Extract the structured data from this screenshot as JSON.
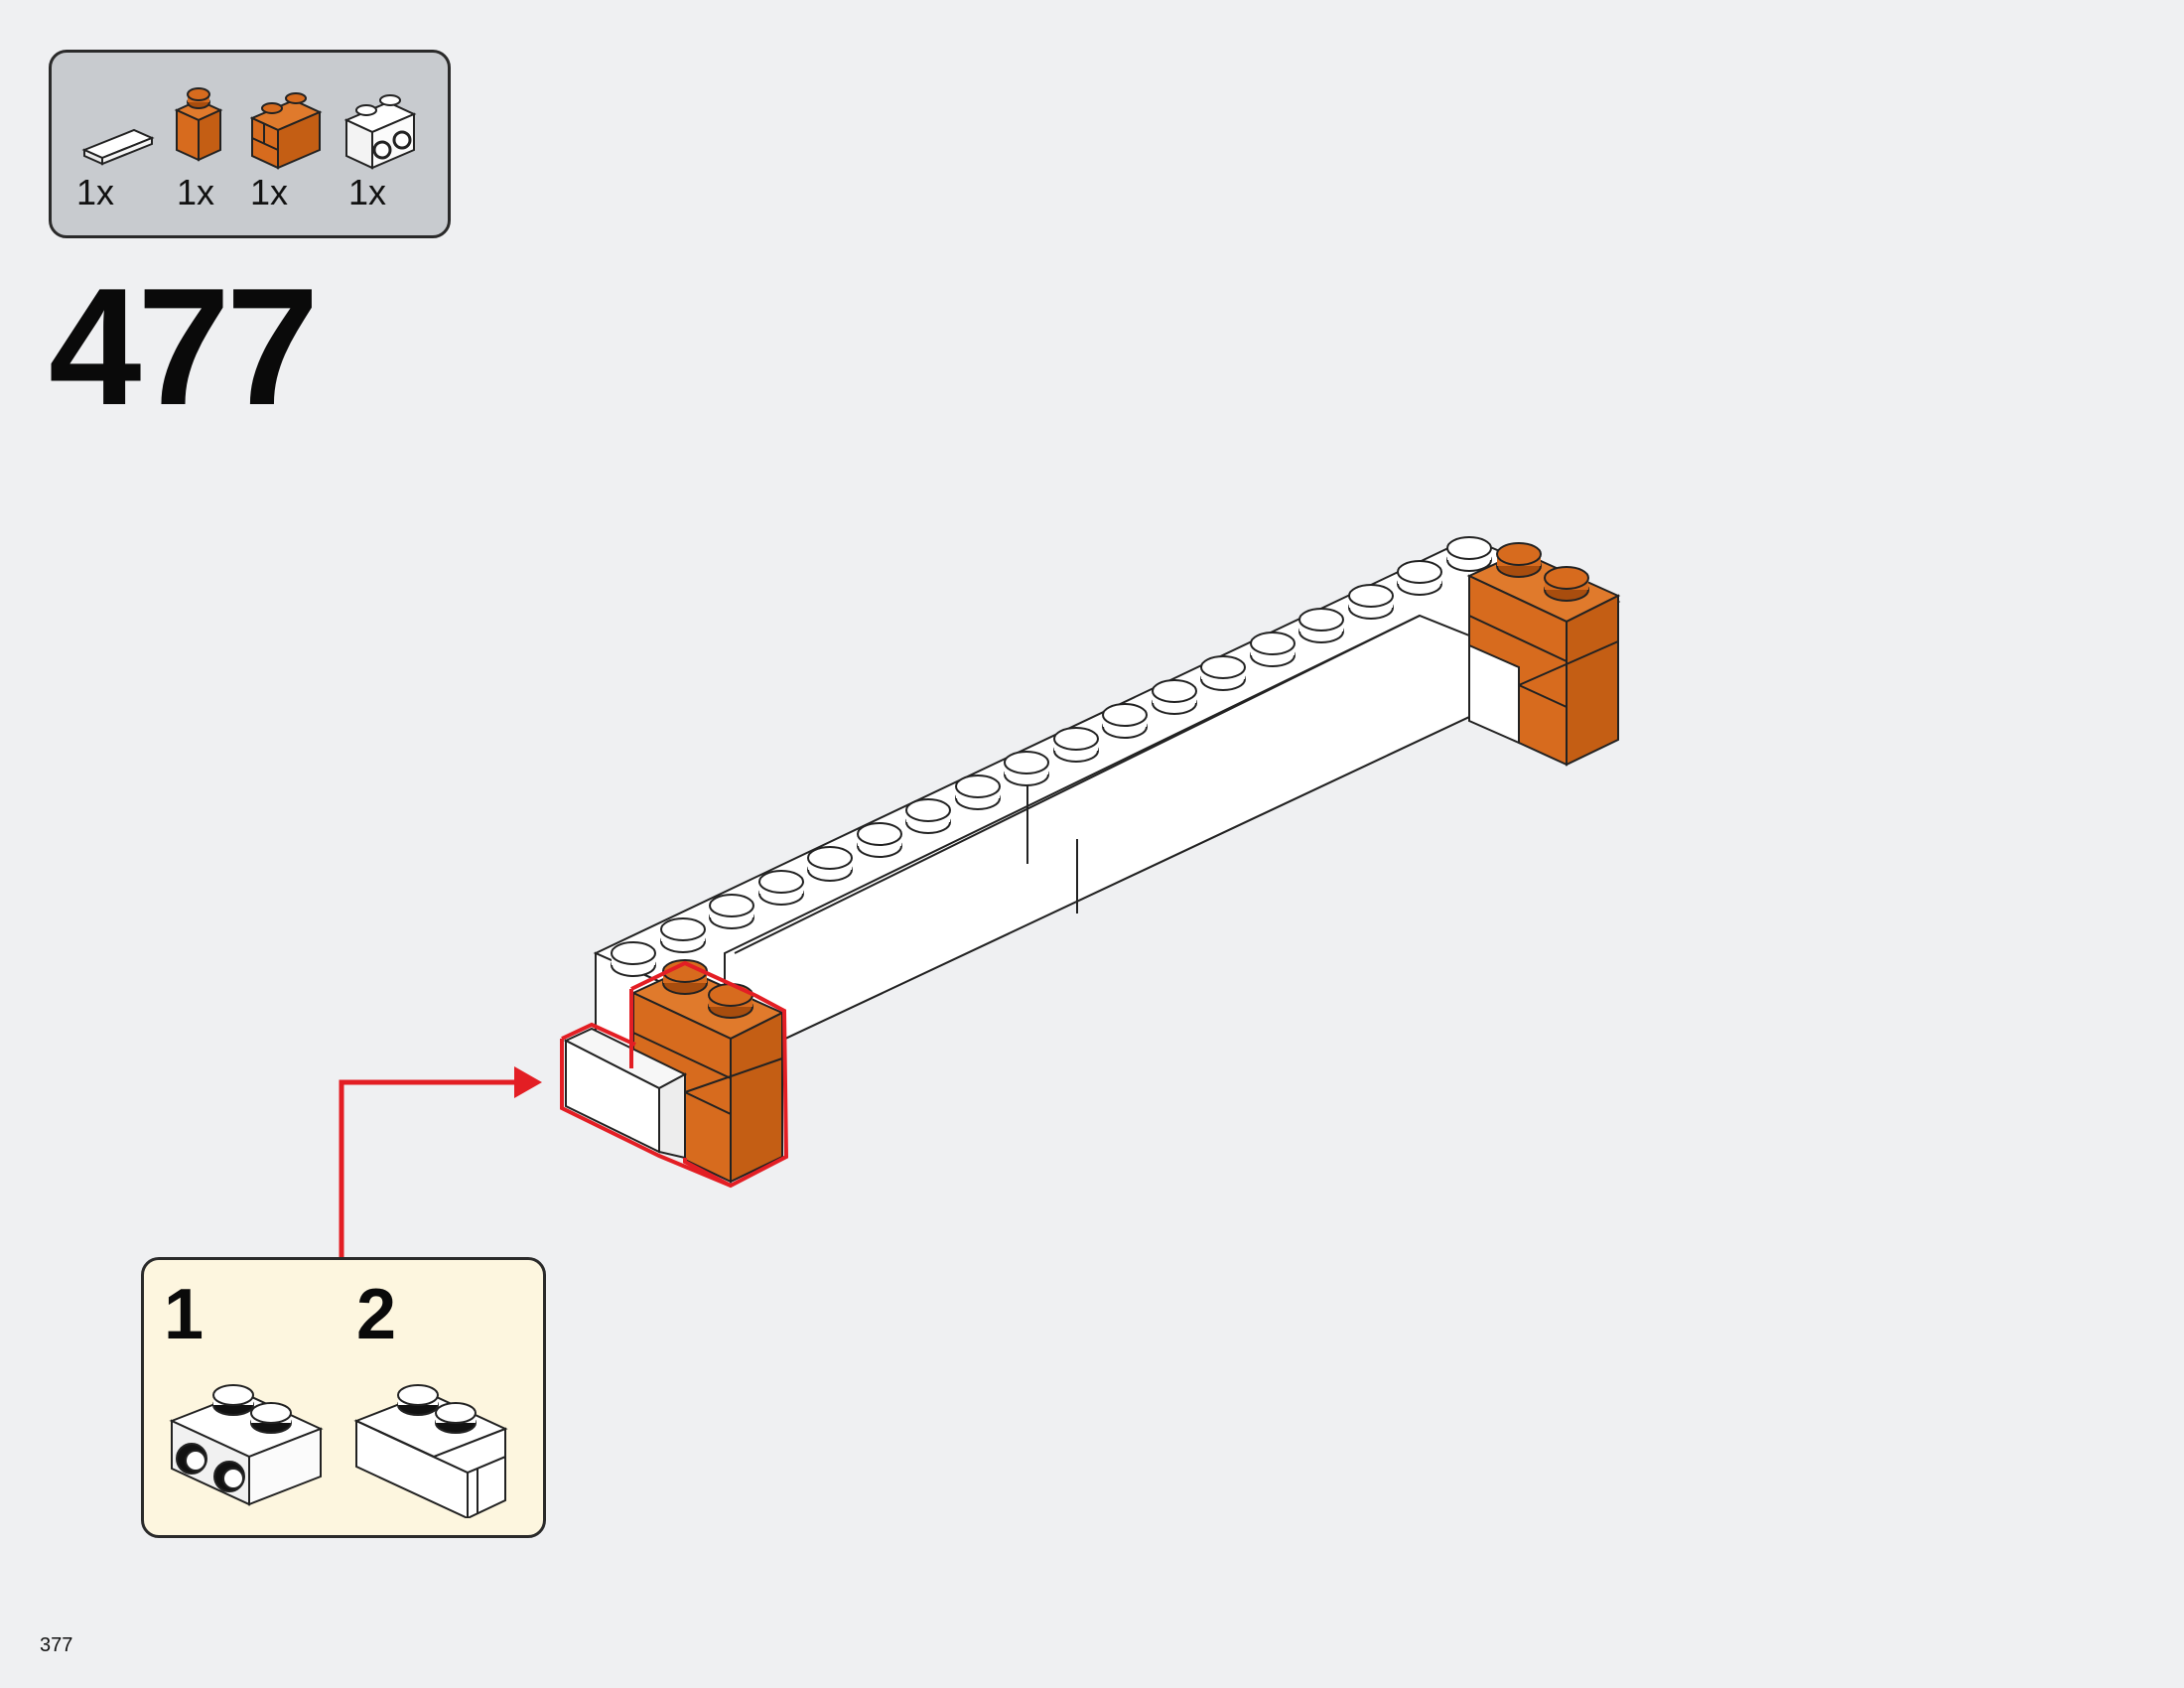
{
  "parts_list": [
    {
      "icon": "white-tile-1x2-icon",
      "qty": "1x",
      "color": "#ffffff"
    },
    {
      "icon": "orange-brick-1x1-icon",
      "qty": "1x",
      "color": "#d76b1e"
    },
    {
      "icon": "orange-masonry-brick-1x2-icon",
      "qty": "1x",
      "color": "#d76b1e"
    },
    {
      "icon": "white-brick-1x2-studs-on-side-icon",
      "qty": "1x",
      "color": "#ffffff"
    }
  ],
  "step": {
    "number": "477"
  },
  "sub_steps": [
    {
      "number": "1",
      "icon": "white-brick-studs-on-side-icon"
    },
    {
      "number": "2",
      "icon": "white-brick-with-tile-icon"
    }
  ],
  "page": {
    "number": "377"
  },
  "colors": {
    "accent": "#e31e24",
    "orange": "#d76b1e",
    "background": "#eff0f2",
    "parts_box": "#c8cbcf",
    "sub_box": "#fdf6df"
  }
}
